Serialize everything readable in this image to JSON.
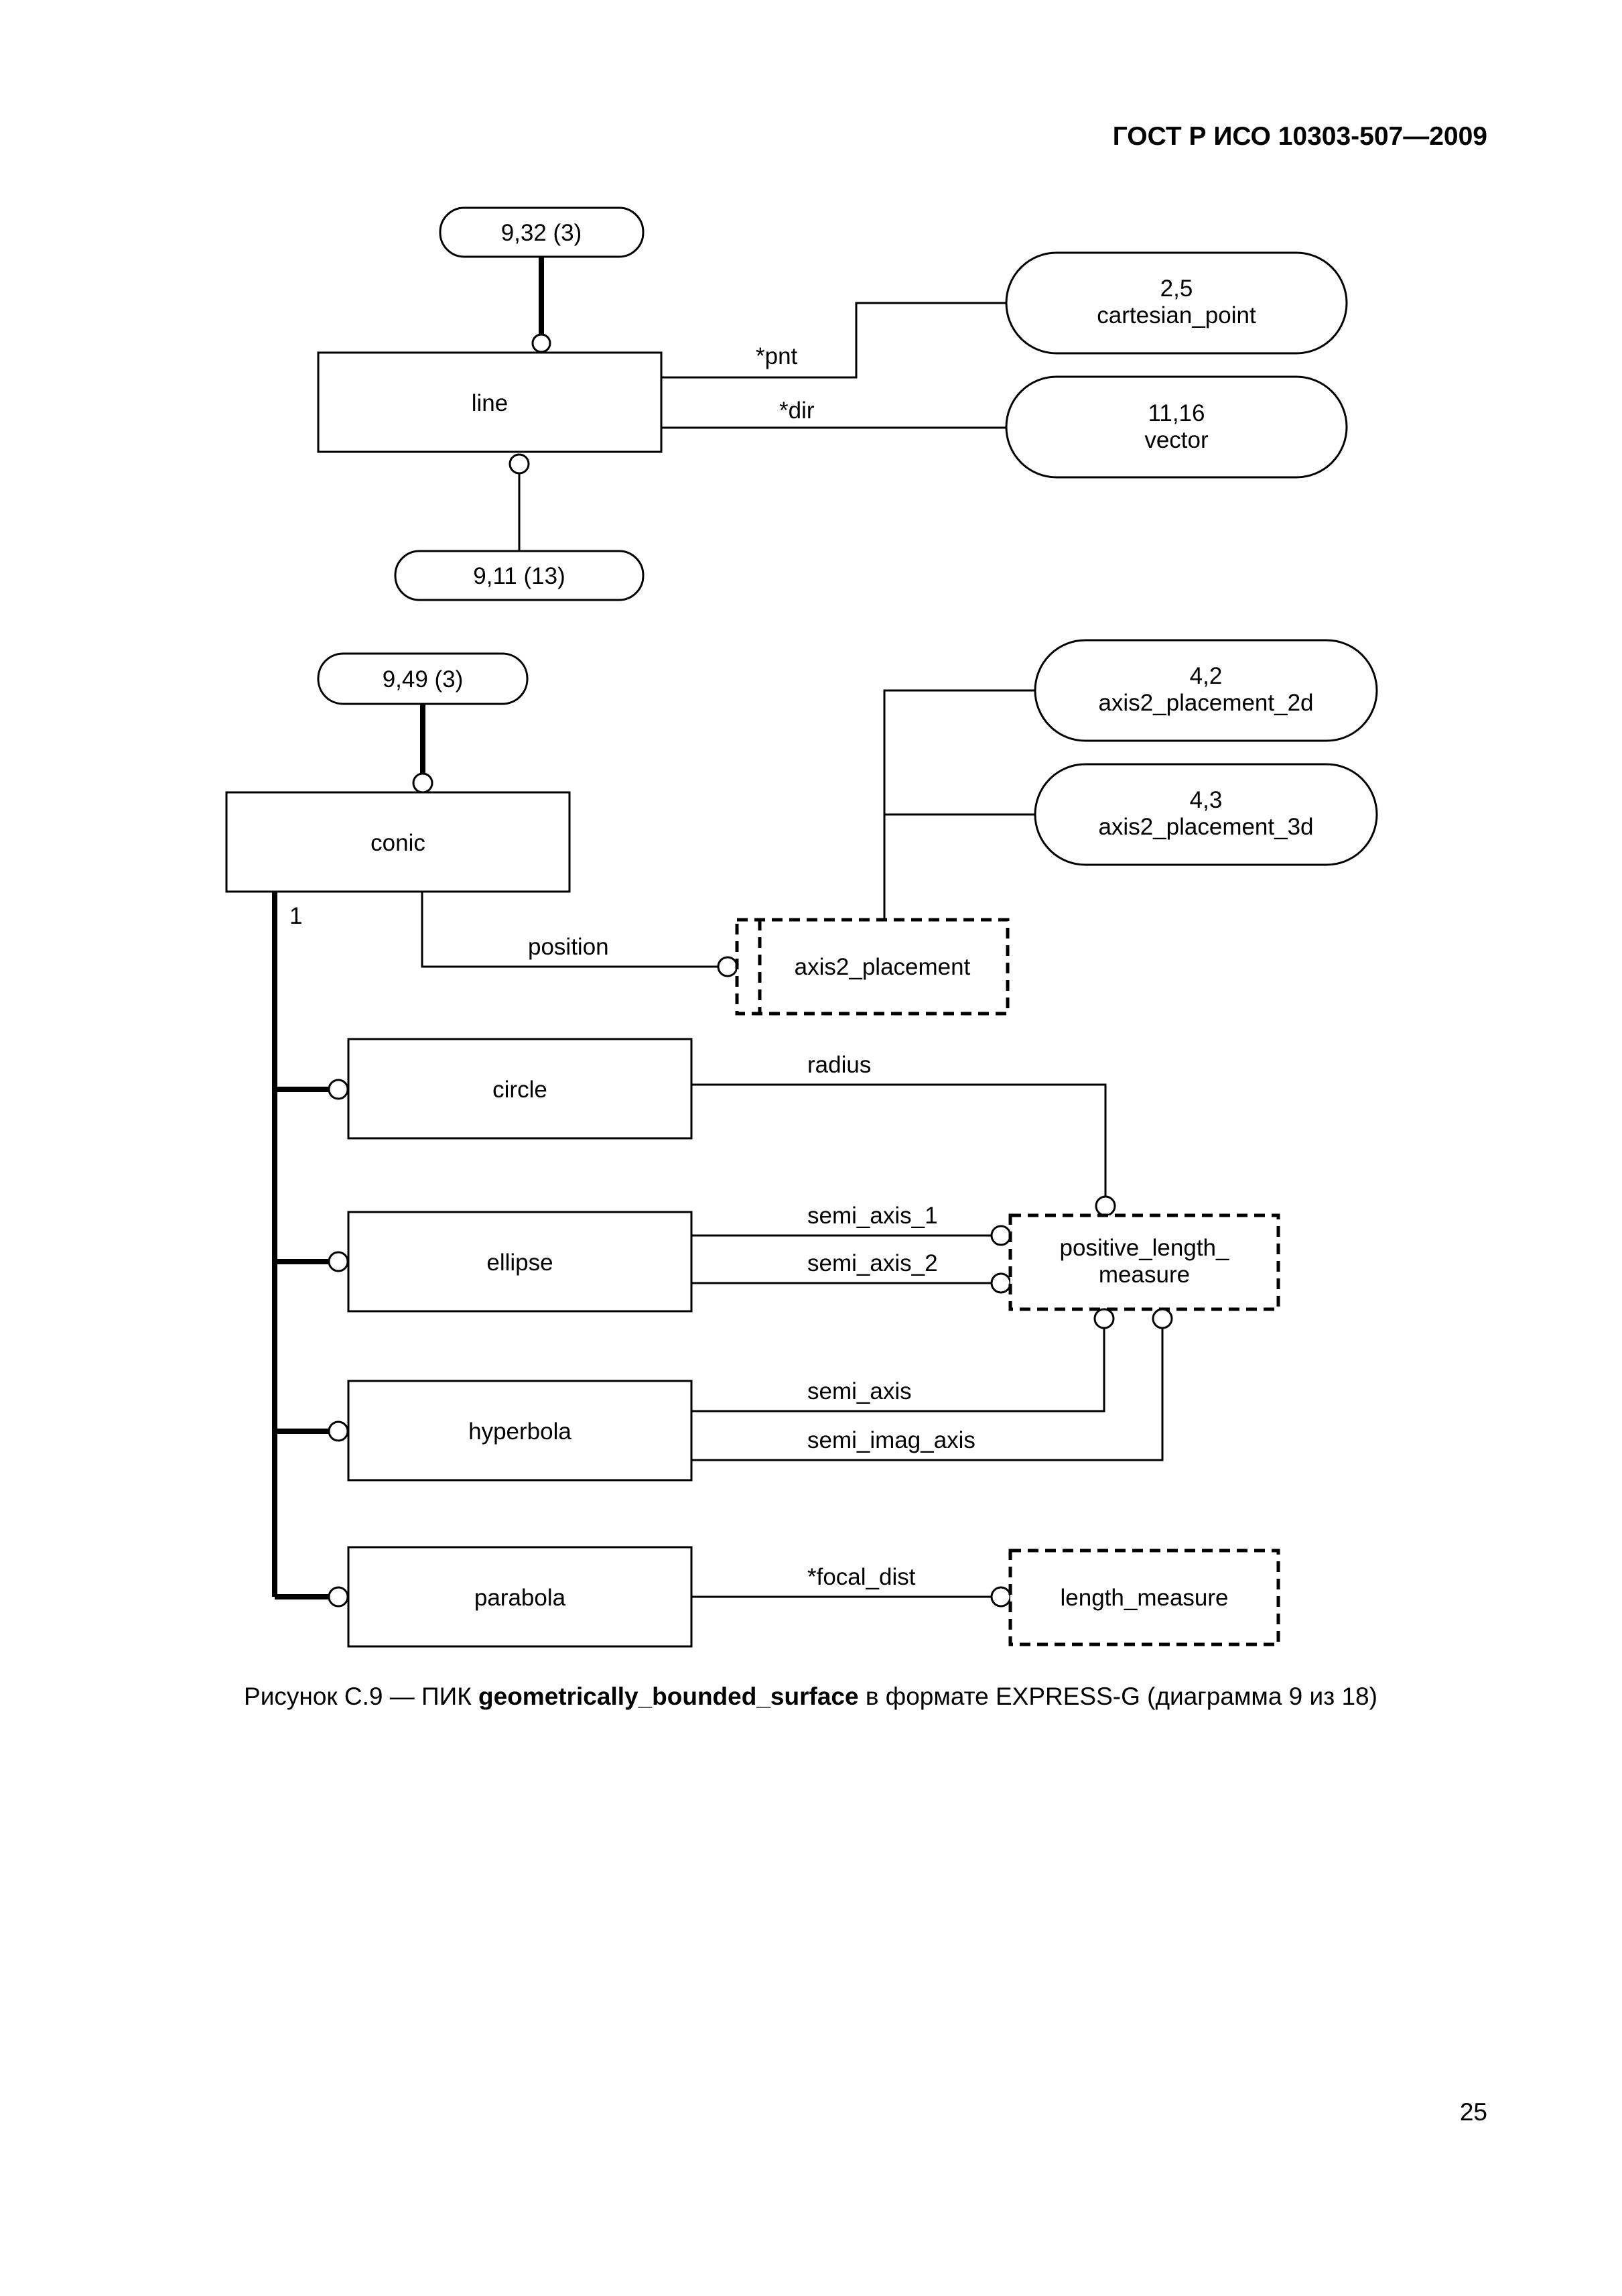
{
  "header": {
    "title": "ГОСТ Р ИСО 10303-507—2009"
  },
  "diagram": {
    "page_refs": {
      "line_top": "9,32 (3)",
      "line_bottom": "9,11 (13)",
      "conic_top": "9,49 (3)"
    },
    "entities": {
      "line": "line",
      "conic": "conic",
      "circle": "circle",
      "ellipse": "ellipse",
      "hyperbola": "hyperbola",
      "parabola": "parabola"
    },
    "refs": {
      "cartesian_point": {
        "num": "2,5",
        "name": "cartesian_point"
      },
      "vector": {
        "num": "11,16",
        "name": "vector"
      },
      "axis2_placement_2d": {
        "num": "4,2",
        "name": "axis2_placement_2d"
      },
      "axis2_placement_3d": {
        "num": "4,3",
        "name": "axis2_placement_3d"
      }
    },
    "types": {
      "axis2_placement": "axis2_placement",
      "positive_length_measure_line1": "positive_length_",
      "positive_length_measure_line2": "measure",
      "length_measure": "length_measure"
    },
    "attributes": {
      "pnt": "*pnt",
      "dir": "*dir",
      "position": "position",
      "radius": "radius",
      "semi_axis_1": "semi_axis_1",
      "semi_axis_2": "semi_axis_2",
      "semi_axis": "semi_axis",
      "semi_imag_axis": "semi_imag_axis",
      "focal_dist": "*focal_dist"
    },
    "cardinality": "1"
  },
  "caption": {
    "prefix": "Рисунок C.9 — ПИК ",
    "bold": "geometrically_bounded_surface",
    "suffix": " в формате EXPRESS-G (диаграмма  9 из 18)"
  },
  "page_number": "25"
}
